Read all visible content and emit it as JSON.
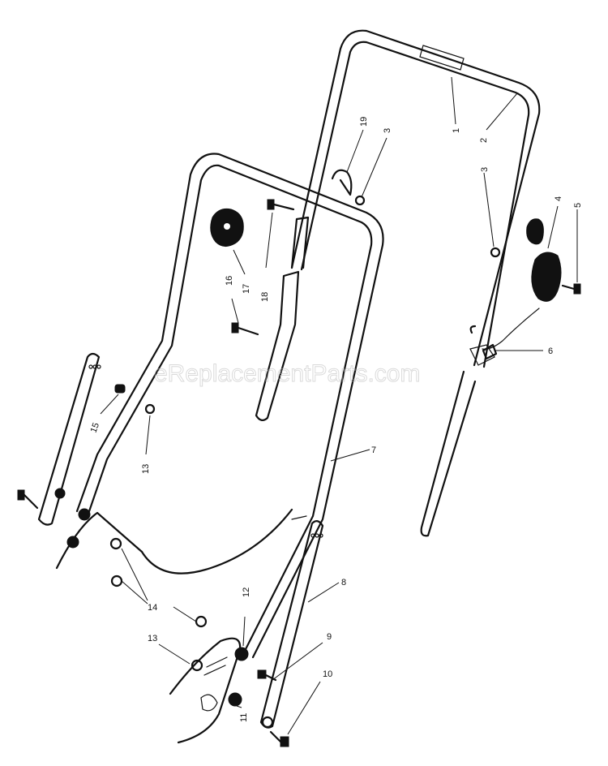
{
  "watermark": "eReplacementParts.com",
  "callouts": [
    {
      "id": "c1",
      "label": "1"
    },
    {
      "id": "c2",
      "label": "2"
    },
    {
      "id": "c3a",
      "label": "3"
    },
    {
      "id": "c3b",
      "label": "3"
    },
    {
      "id": "c4",
      "label": "4"
    },
    {
      "id": "c5",
      "label": "5"
    },
    {
      "id": "c6",
      "label": "6"
    },
    {
      "id": "c7",
      "label": "7"
    },
    {
      "id": "c8",
      "label": "8"
    },
    {
      "id": "c9",
      "label": "9"
    },
    {
      "id": "c10",
      "label": "10"
    },
    {
      "id": "c11",
      "label": "11"
    },
    {
      "id": "c12",
      "label": "12"
    },
    {
      "id": "c13a",
      "label": "13"
    },
    {
      "id": "c13b",
      "label": "13"
    },
    {
      "id": "c14",
      "label": "14"
    },
    {
      "id": "c15",
      "label": "15"
    },
    {
      "id": "c16",
      "label": "16"
    },
    {
      "id": "c17",
      "label": "17"
    },
    {
      "id": "c18",
      "label": "18"
    },
    {
      "id": "c19",
      "label": "19"
    }
  ]
}
